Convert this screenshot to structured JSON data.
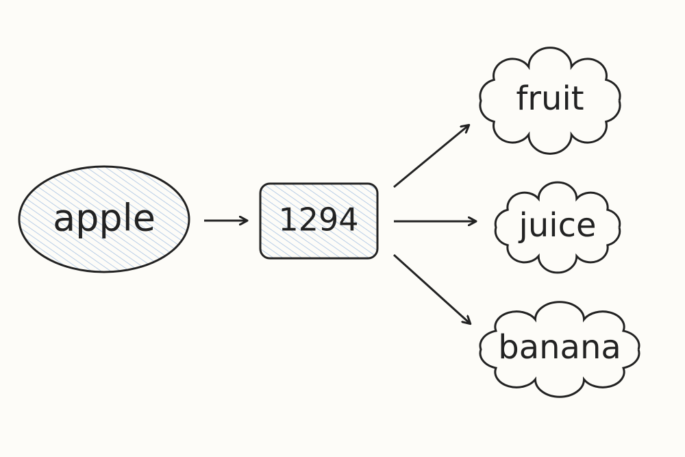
{
  "input_node": {
    "label": "apple"
  },
  "hash_node": {
    "label": "1294"
  },
  "outputs": [
    {
      "label": "fruit"
    },
    {
      "label": "juice"
    },
    {
      "label": "banana"
    }
  ],
  "colors": {
    "stroke": "#222222",
    "hatch": "#b8cde6",
    "background": "#fdfcf8"
  }
}
